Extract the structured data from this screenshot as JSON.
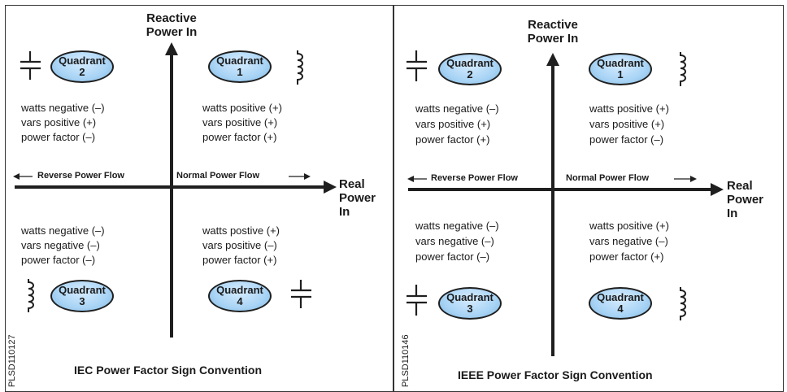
{
  "diagrams": [
    {
      "caption": "IEC Power Factor Sign Convention",
      "code": "PLSD110127",
      "y_axis_title": "Reactive Power In",
      "x_axis_title": "Real Power In",
      "reverse_flow": "Reverse Power Flow",
      "normal_flow": "Normal Power Flow",
      "quadrants": [
        {
          "word": "Quadrant",
          "number": "2",
          "component": "capacitor",
          "lines": [
            "watts negative (–)",
            "vars positive (+)",
            "power factor (–)"
          ]
        },
        {
          "word": "Quadrant",
          "number": "1",
          "component": "inductor",
          "lines": [
            "watts positive (+)",
            "vars positive (+)",
            "power factor (+)"
          ]
        },
        {
          "word": "Quadrant",
          "number": "3",
          "component": "inductor",
          "lines": [
            "watts negative (–)",
            "vars negative (–)",
            "power factor (–)"
          ]
        },
        {
          "word": "Quadrant",
          "number": "4",
          "component": "capacitor",
          "lines": [
            "watts postive (+)",
            "vars positive (–)",
            "power factor (+)"
          ]
        }
      ]
    },
    {
      "caption": "IEEE Power Factor Sign Convention",
      "code": "PLSD110146",
      "y_axis_title": "Reactive Power In",
      "x_axis_title": "Real Power In",
      "reverse_flow": "Reverse Power Flow",
      "normal_flow": "Normal Power Flow",
      "quadrants": [
        {
          "word": "Quadrant",
          "number": "2",
          "component": "capacitor",
          "lines": [
            "watts negative (–)",
            "vars positive (+)",
            "power factor (+)"
          ]
        },
        {
          "word": "Quadrant",
          "number": "1",
          "component": "inductor",
          "lines": [
            "watts positive (+)",
            "vars positive (+)",
            "power factor (–)"
          ]
        },
        {
          "word": "Quadrant",
          "number": "3",
          "component": "capacitor",
          "lines": [
            "watts negative (–)",
            "vars negative (–)",
            "power factor (–)"
          ]
        },
        {
          "word": "Quadrant",
          "number": "4",
          "component": "inductor",
          "lines": [
            "watts positive (+)",
            "vars negative (–)",
            "power factor (+)"
          ]
        }
      ]
    }
  ],
  "colors": {
    "quadrant_fill": "#a9d4f5",
    "stroke": "#1f1f1f"
  }
}
